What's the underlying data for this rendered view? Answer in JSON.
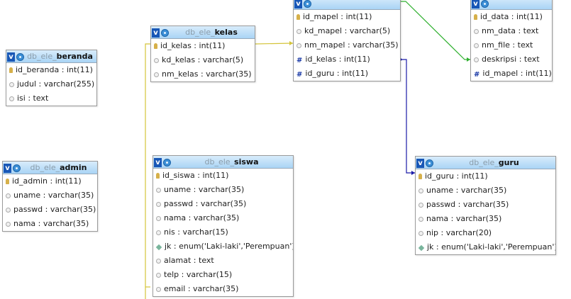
{
  "tables": {
    "mapel": {
      "db": "",
      "name": "",
      "columns": [
        {
          "text": "id_mapel : int(11)",
          "kind": "key"
        },
        {
          "text": "kd_mapel : varchar(5)",
          "kind": "field"
        },
        {
          "text": "nm_mapel : varchar(35)",
          "kind": "field"
        },
        {
          "text": "id_kelas : int(11)",
          "kind": "fk"
        },
        {
          "text": "id_guru : int(11)",
          "kind": "fk"
        }
      ]
    },
    "data": {
      "db": "",
      "name": "",
      "columns": [
        {
          "text": "id_data : int(11)",
          "kind": "key"
        },
        {
          "text": "nm_data : text",
          "kind": "field"
        },
        {
          "text": "nm_file : text",
          "kind": "field"
        },
        {
          "text": "deskripsi : text",
          "kind": "field"
        },
        {
          "text": "id_mapel : int(11)",
          "kind": "fk"
        }
      ]
    },
    "kelas": {
      "db": "db_ele_",
      "name": "kelas",
      "columns": [
        {
          "text": "id_kelas : int(11)",
          "kind": "key"
        },
        {
          "text": "kd_kelas : varchar(5)",
          "kind": "field"
        },
        {
          "text": "nm_kelas : varchar(35)",
          "kind": "field"
        }
      ]
    },
    "beranda": {
      "db": "db_ele_",
      "name": "beranda",
      "columns": [
        {
          "text": "id_beranda : int(11)",
          "kind": "key"
        },
        {
          "text": "judul : varchar(255)",
          "kind": "field"
        },
        {
          "text": "isi : text",
          "kind": "field"
        }
      ]
    },
    "admin": {
      "db": "db_ele_",
      "name": "admin",
      "columns": [
        {
          "text": "id_admin : int(11)",
          "kind": "key"
        },
        {
          "text": "uname : varchar(35)",
          "kind": "field"
        },
        {
          "text": "passwd : varchar(35)",
          "kind": "field"
        },
        {
          "text": "nama : varchar(35)",
          "kind": "field"
        }
      ]
    },
    "siswa": {
      "db": "db_ele_",
      "name": "siswa",
      "columns": [
        {
          "text": "id_siswa : int(11)",
          "kind": "key"
        },
        {
          "text": "uname : varchar(35)",
          "kind": "field"
        },
        {
          "text": "passwd : varchar(35)",
          "kind": "field"
        },
        {
          "text": "nama : varchar(35)",
          "kind": "field"
        },
        {
          "text": "nis : varchar(15)",
          "kind": "field"
        },
        {
          "text": "jk : enum('Laki-laki','Perempuan')",
          "kind": "enum"
        },
        {
          "text": "alamat : text",
          "kind": "field"
        },
        {
          "text": "telp : varchar(15)",
          "kind": "field"
        },
        {
          "text": "email : varchar(35)",
          "kind": "field"
        }
      ]
    },
    "guru": {
      "db": "db_ele_",
      "name": "guru",
      "columns": [
        {
          "text": "id_guru : int(11)",
          "kind": "key"
        },
        {
          "text": "uname : varchar(35)",
          "kind": "field"
        },
        {
          "text": "passwd : varchar(35)",
          "kind": "field"
        },
        {
          "text": "nama : varchar(35)",
          "kind": "field"
        },
        {
          "text": "nip : varchar(20)",
          "kind": "field"
        },
        {
          "text": "jk : enum('Laki-laki','Perempuan')",
          "kind": "enum"
        }
      ]
    }
  },
  "relations": [
    {
      "from": "mapel.id_kelas",
      "to": "kelas.id_kelas",
      "color": "#d4c43a"
    },
    {
      "from": "siswa.id_kelas",
      "to": "kelas.id_kelas",
      "color": "#d4c43a"
    },
    {
      "from": "mapel.id_guru",
      "to": "guru.id_guru",
      "color": "#1a1aa8"
    },
    {
      "from": "data.id_mapel",
      "to": "mapel.id_mapel",
      "color": "#2fb02f"
    }
  ],
  "icons": {
    "key": "key-icon",
    "field": "field-icon",
    "fk": "foreign-key-icon",
    "enum": "enum-icon",
    "toggle": "v-toggle-icon",
    "options": "gear-icon"
  }
}
